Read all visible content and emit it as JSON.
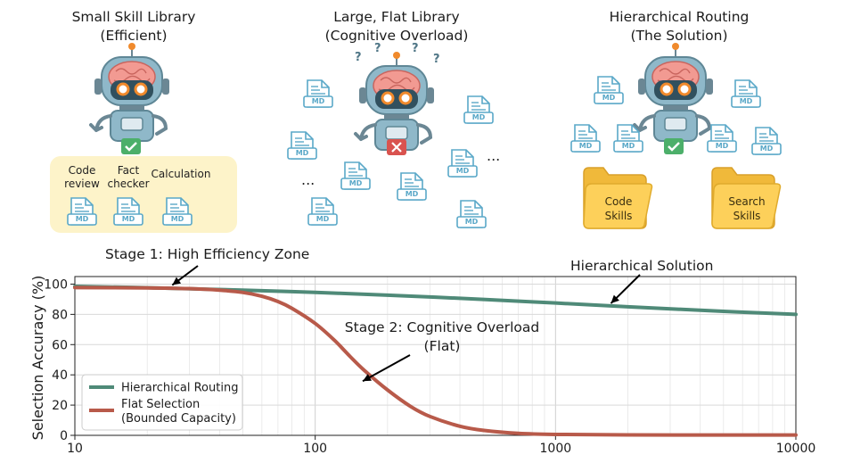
{
  "panels": [
    {
      "title_line1": "Small Skill Library",
      "title_line2": "(Efficient)"
    },
    {
      "title_line1": "Large, Flat Library",
      "title_line2": "(Cognitive Overload)"
    },
    {
      "title_line1": "Hierarchical Routing",
      "title_line2": "(The Solution)"
    }
  ],
  "small_library_docs": [
    {
      "line1": "Code",
      "line2": "review"
    },
    {
      "line1": "Fact",
      "line2": "checker"
    },
    {
      "line1": "Calculation",
      "line2": ""
    }
  ],
  "doc_icon_label": "MD",
  "ellipsis": "...",
  "confusion_marks": [
    "?",
    "?",
    "?",
    "?"
  ],
  "folders": [
    {
      "line1": "Code",
      "line2": "Skills"
    },
    {
      "line1": "Search",
      "line2": "Skills"
    }
  ],
  "colors": {
    "hierarchical": "#4f8a78",
    "flat": "#b85a4a",
    "folder": "#fdd05a",
    "library_bg": "#fdf3c9",
    "doc_outline": "#5aa8c8",
    "robot_body": "#8fb8c9",
    "brain": "#f29a92",
    "check": "#4caf6a",
    "cross": "#d9534f"
  },
  "chart_data": {
    "type": "line",
    "xscale": "log",
    "xlim": [
      10,
      10000
    ],
    "ylim": [
      0,
      105
    ],
    "xticks": [
      "10",
      "100",
      "1000",
      "10000"
    ],
    "yticks": [
      "0",
      "20",
      "40",
      "60",
      "80",
      "100"
    ],
    "ylabel": "Selection Accuracy (%)",
    "xlabel": "",
    "grid": true,
    "legend_position": "lower-left",
    "series": [
      {
        "name": "Hierarchical Routing",
        "color": "#4f8a78",
        "x": [
          10,
          20,
          50,
          100,
          200,
          500,
          1000,
          2000,
          5000,
          10000
        ],
        "y": [
          98.5,
          97.6,
          96.0,
          94.5,
          92.7,
          89.9,
          87.5,
          85.0,
          82.0,
          80.0
        ]
      },
      {
        "name": "Flat Selection",
        "name_line2": "(Bounded Capacity)",
        "color": "#b85a4a",
        "x": [
          10,
          20,
          30,
          40,
          50,
          60,
          70,
          80,
          100,
          120,
          140,
          160,
          200,
          250,
          300,
          400,
          500,
          700,
          1000,
          2000,
          5000,
          10000
        ],
        "y": [
          97.7,
          97.5,
          97.0,
          96.0,
          94.5,
          92.0,
          88.5,
          84.0,
          74.0,
          63.0,
          52.0,
          43.0,
          30.0,
          19.0,
          12.5,
          6.0,
          3.3,
          1.3,
          0.6,
          0.3,
          0.2,
          0.2
        ]
      }
    ],
    "annotations": [
      {
        "text": "Stage 1: High Efficiency Zone",
        "x": 25,
        "y": 97.6
      },
      {
        "text": "Hierarchical Solution",
        "x": 1700,
        "y": 85.5
      },
      {
        "text": "Stage 2: Cognitive Overload",
        "text_line2": "(Flat)",
        "x": 155,
        "y": 37
      }
    ]
  }
}
